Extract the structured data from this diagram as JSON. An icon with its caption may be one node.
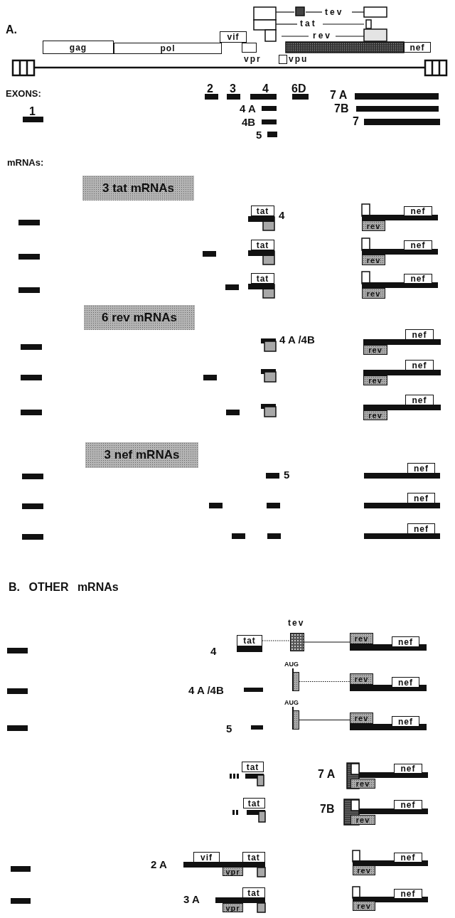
{
  "diagram": {
    "nodes": [
      {
        "text": [
          "gag"
        ]
      },
      {
        "text": [
          "pol"
        ]
      },
      {
        "text": [
          "vif"
        ]
      },
      {
        "text": [
          "vpr"
        ]
      },
      {
        "text": [
          "vpu"
        ]
      },
      {
        "text": [
          "nef"
        ]
      },
      {
        "text": [
          "3 tat mRNAs"
        ]
      },
      {
        "text": [
          "tat"
        ]
      },
      {
        "text": [
          "rev"
        ]
      },
      {
        "text": [
          "nef"
        ]
      },
      {
        "text": [
          "tat"
        ]
      },
      {
        "text": [
          "rev"
        ]
      },
      {
        "text": [
          "nef"
        ]
      },
      {
        "text": [
          "tat"
        ]
      },
      {
        "text": [
          "rev"
        ]
      },
      {
        "text": [
          "nef"
        ]
      },
      {
        "text": [
          "6 rev mRNAs"
        ]
      },
      {
        "text": [
          "rev"
        ]
      },
      {
        "text": [
          "nef"
        ]
      },
      {
        "text": [
          "rev"
        ]
      },
      {
        "text": [
          "nef"
        ]
      },
      {
        "text": [
          "rev"
        ]
      },
      {
        "text": [
          "nef"
        ]
      },
      {
        "text": [
          "3 nef mRNAs"
        ]
      },
      {
        "text": [
          "nef"
        ]
      },
      {
        "text": [
          "nef"
        ]
      },
      {
        "text": [
          "nef"
        ]
      },
      {
        "text": [
          "tat"
        ]
      },
      {
        "text": [
          "tev"
        ]
      },
      {
        "text": [
          "rev"
        ]
      },
      {
        "text": [
          "nef"
        ]
      },
      {
        "text": [
          "AUG"
        ]
      },
      {
        "text": [
          "rev"
        ]
      },
      {
        "text": [
          "nef"
        ]
      },
      {
        "text": [
          "AUG"
        ]
      },
      {
        "text": [
          "rev"
        ]
      },
      {
        "text": [
          "nef"
        ]
      },
      {
        "text": [
          "tat"
        ]
      },
      {
        "text": [
          "rev"
        ]
      },
      {
        "text": [
          "nef"
        ]
      },
      {
        "text": [
          "tat"
        ]
      },
      {
        "text": [
          "rev"
        ]
      },
      {
        "text": [
          "nef"
        ]
      },
      {
        "text": [
          "vif"
        ]
      },
      {
        "text": [
          "vpr"
        ]
      },
      {
        "text": [
          "tat"
        ]
      },
      {
        "text": [
          "rev"
        ]
      },
      {
        "text": [
          "nef"
        ]
      },
      {
        "text": [
          "vpr"
        ]
      },
      {
        "text": [
          "tat"
        ]
      },
      {
        "text": [
          "rev"
        ]
      },
      {
        "text": [
          "nef"
        ]
      }
    ],
    "edges": [
      {
        "from": 27,
        "to": 28,
        "arrow": "none",
        "style": "dashed"
      },
      {
        "from": 28,
        "to": 29,
        "arrow": "none"
      },
      {
        "from": 31,
        "to": 32,
        "arrow": "none",
        "style": "dashed"
      },
      {
        "from": 34,
        "to": 35,
        "arrow": "none"
      }
    ],
    "labels": [
      "A.",
      "tev",
      "tat",
      "rev",
      "EXONS:",
      "2",
      "3",
      "4",
      "6D",
      "1",
      "7 A",
      "4 A",
      "7B",
      "4B",
      "7",
      "5",
      "mRNAs:",
      "4",
      "4 A /4B",
      "5",
      "B. OTHER mRNAs",
      "4",
      "4 A /4B",
      "5",
      "7 A",
      "7B",
      "2 A",
      "3 A"
    ]
  }
}
